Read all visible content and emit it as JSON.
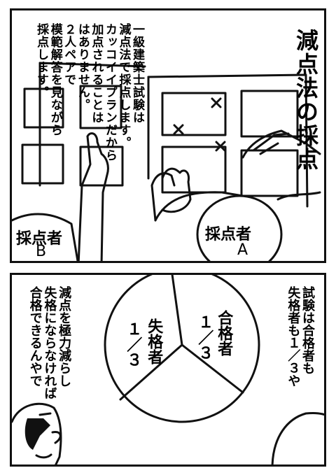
{
  "panel1": {
    "title": "減点法の採点",
    "narration": "一級建築士試験は\n減点法で採点します。\nカッコイイプランだから\n加点されることは\nはありません。\n２人ペアで\n模範解答を見ながら\n採点します。",
    "grader_a": {
      "label": "採点者",
      "letter": "A"
    },
    "grader_b": {
      "label": "採点者",
      "letter": "B"
    }
  },
  "panel2": {
    "speech_right": "試験は合格者も\n失格者も１／３や",
    "speech_left": "減点を極力減らし\n失格にならなければ\n合格できるんやで",
    "pie": {
      "label_pass": "合格者",
      "value_pass": "１／３",
      "label_fail": "失格者",
      "value_fail": "１／３"
    }
  },
  "chart_data": {
    "type": "pie",
    "categories": [
      "合格者",
      "失格者",
      ""
    ],
    "values": [
      0.3333,
      0.3333,
      0.3333
    ],
    "labels": [
      "合格者 １／３",
      "失格者 １／３",
      ""
    ]
  }
}
